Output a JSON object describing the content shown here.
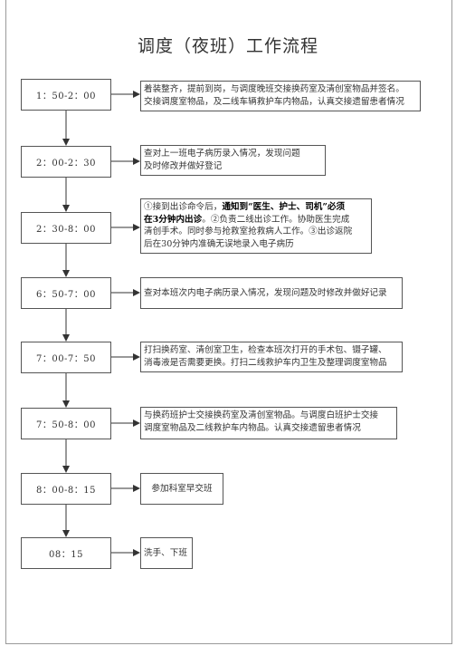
{
  "title": "调度（夜班）工作流程",
  "steps": [
    {
      "time": "1：50-2：00",
      "lines": [
        "着装整齐，提前到岗，与调度晚班交接换药室及清创室物品并签名。",
        "交接调度室物品，及二线车辆救护车内物品，认真交接遗留患者情况"
      ]
    },
    {
      "time": "2：00-2：30",
      "lines": [
        "查对上一班电子病历录入情况，发现问题",
        "及时修改并做好登记"
      ]
    },
    {
      "time": "2：30-8：00",
      "rich": {
        "l1_a": "①接到出诊命令后，",
        "l1_b": "通知到“医生、护士、司机”必须",
        "l2_a": "在3分钟内出诊",
        "l2_b": "。②负责二线出诊工作。协助医生完成",
        "l3": "清创手术。同时参与抢救室抢救病人工作。③出诊返院",
        "l4": "后在30分钟内准确无误地录入电子病历"
      }
    },
    {
      "time": "6：50-7：00",
      "lines": [
        "查对本班次内电子病历录入情况，发现问题及时修改并做好记录"
      ]
    },
    {
      "time": "7：00-7：50",
      "lines": [
        "打扫换药室、清创室卫生，检查本班次打开的手术包、镊子罐、",
        "消毒液是否需要更换。打扫二线救护车内卫生及整理调度室物品"
      ]
    },
    {
      "time": "7：50-8：00",
      "lines": [
        "与换药班护士交接换药室及清创室物品。与调度白班护士交接",
        "调度室物品及二线救护车内物品。认真交接遗留患者情况"
      ]
    },
    {
      "time": "8：00-8：15",
      "lines": [
        "参加科室早交班"
      ]
    },
    {
      "time": "08：15",
      "lines": [
        "洗手、下班"
      ]
    }
  ]
}
